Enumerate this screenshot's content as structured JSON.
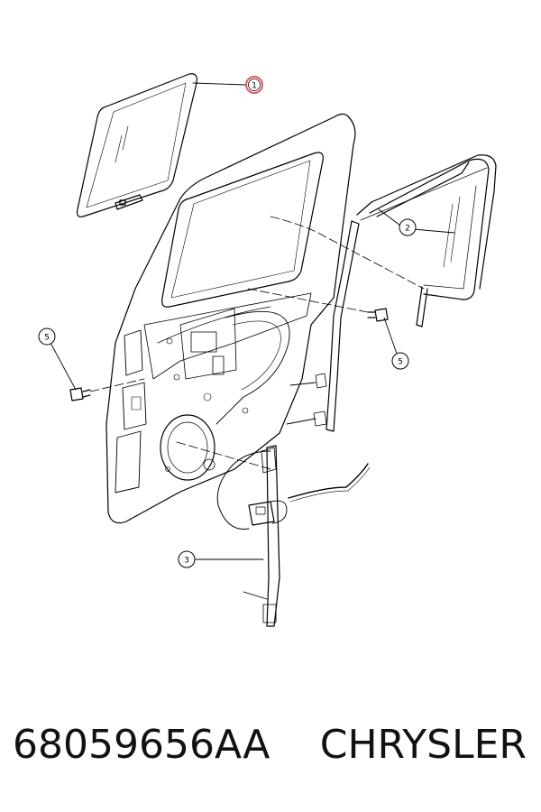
{
  "callouts": [
    {
      "id": "callout-1",
      "label": "1"
    },
    {
      "id": "callout-2",
      "label": "2"
    },
    {
      "id": "callout-3",
      "label": "3"
    },
    {
      "id": "callout-5-left",
      "label": "5"
    },
    {
      "id": "callout-5-right",
      "label": "5"
    }
  ],
  "footer": {
    "part_number": "68059656AA",
    "brand": "CHRYSLER"
  },
  "colors": {
    "highlight": "#e05a6a",
    "line": "#000000"
  }
}
